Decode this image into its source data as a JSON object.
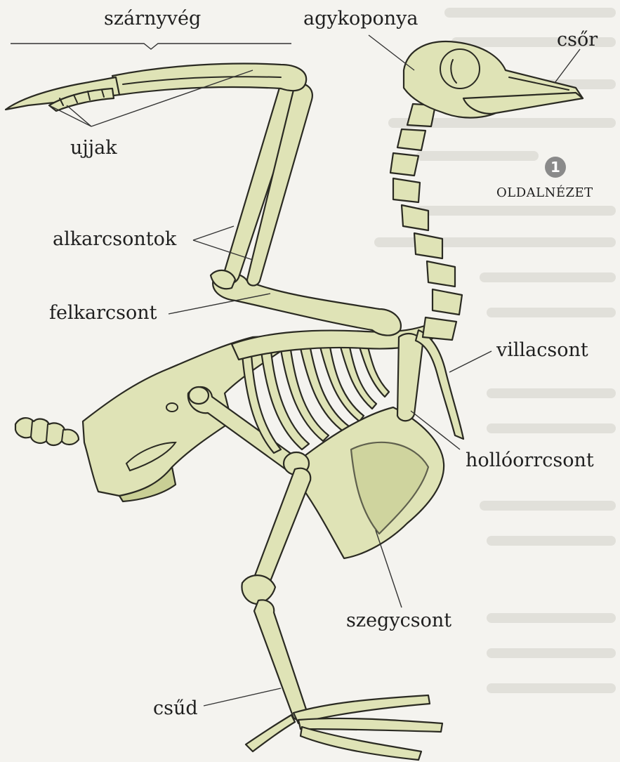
{
  "labels": {
    "wingtip": "szárnyvég",
    "skull": "agykoponya",
    "beak": "csőr",
    "fingers": "ujjak",
    "view_number": "1",
    "view_name": "OLDALNÉZET",
    "forearm": "alkarcsontok",
    "humerus": "felkarcsont",
    "furcula": "villacsont",
    "coracoid": "hollóorrcsont",
    "sternum": "szegycsont",
    "tarsometatarsus": "csűd"
  },
  "colors": {
    "bone": "#dfe3b6",
    "bone_shade": "#c9cf95",
    "outline": "#2a2a22",
    "badge": "#8a8a8a"
  }
}
